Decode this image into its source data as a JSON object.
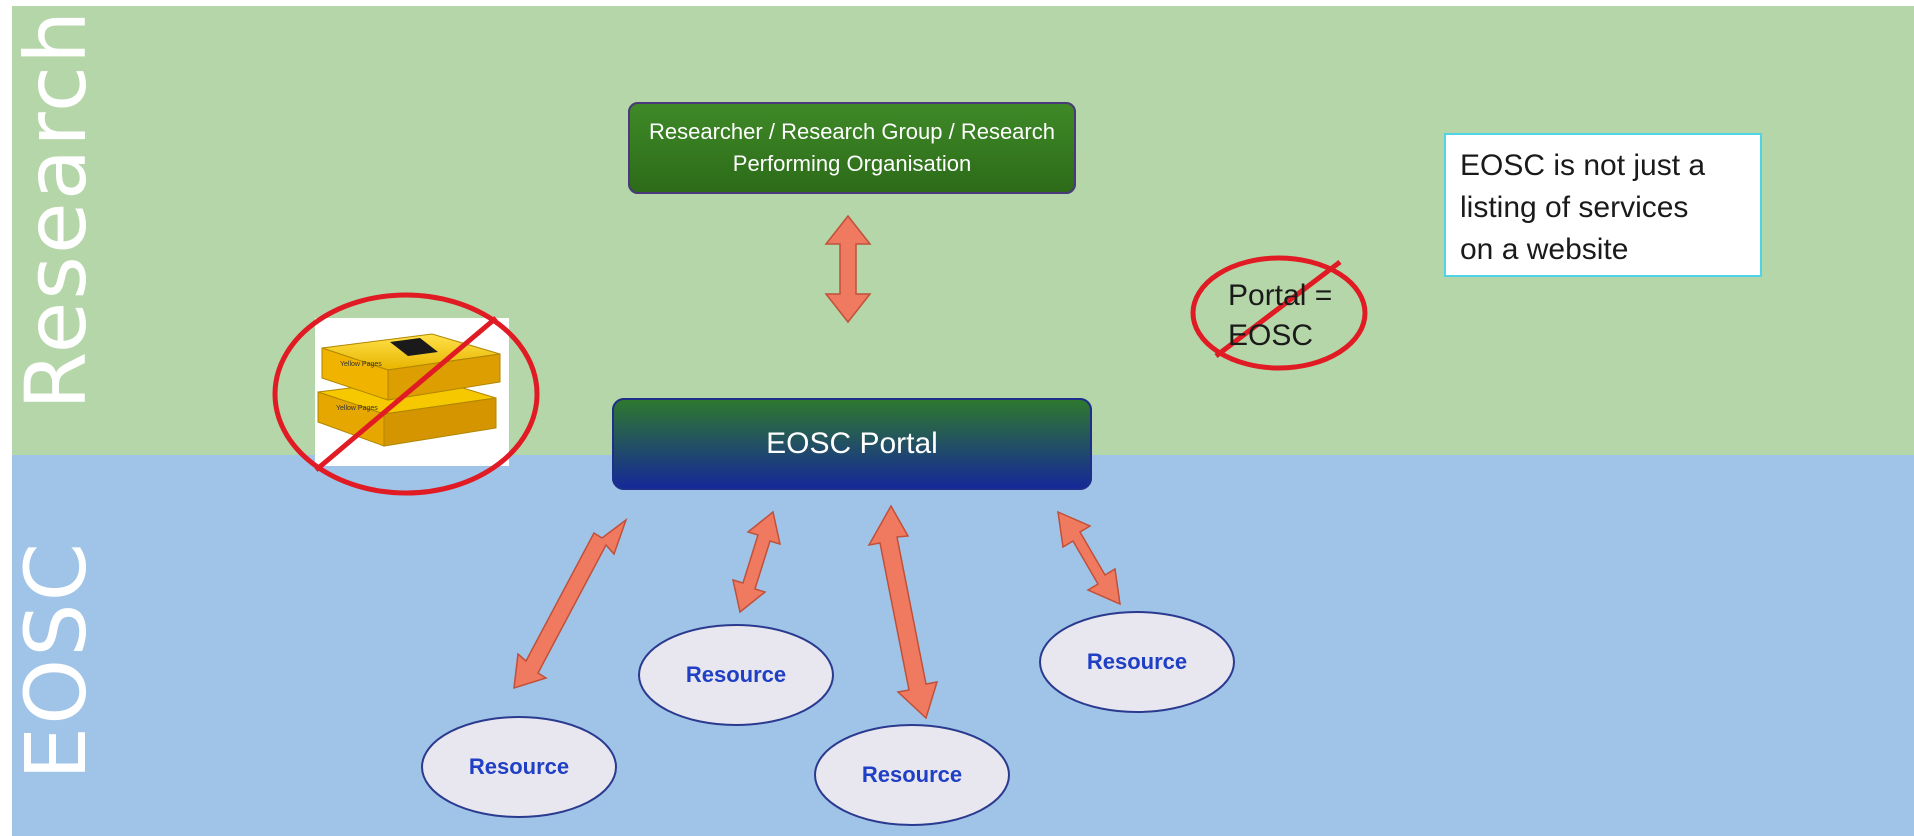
{
  "bands": {
    "research_label": "Research",
    "eosc_label": "EOSC"
  },
  "boxes": {
    "researcher": "Researcher / Research Group / Research Performing Organisation",
    "portal": "EOSC Portal"
  },
  "note": {
    "line1": "EOSC is not just a",
    "line2": "listing of services",
    "line3": "on a  website"
  },
  "struck": {
    "line1": "Portal =",
    "line2": "EOSC"
  },
  "resources": {
    "r1": "Resource",
    "r2": "Resource",
    "r3": "Resource",
    "r4": "Resource"
  },
  "colors": {
    "research_band": "#b5d6a8",
    "eosc_band": "#a0c4e8",
    "arrow": "#f07a60",
    "prohibition": "#e01b24",
    "ellipse_fill": "#e8e6ef",
    "ellipse_stroke": "#2a3a8f"
  },
  "icons": {
    "yellow_pages_books": "yellow-pages-books-icon"
  }
}
